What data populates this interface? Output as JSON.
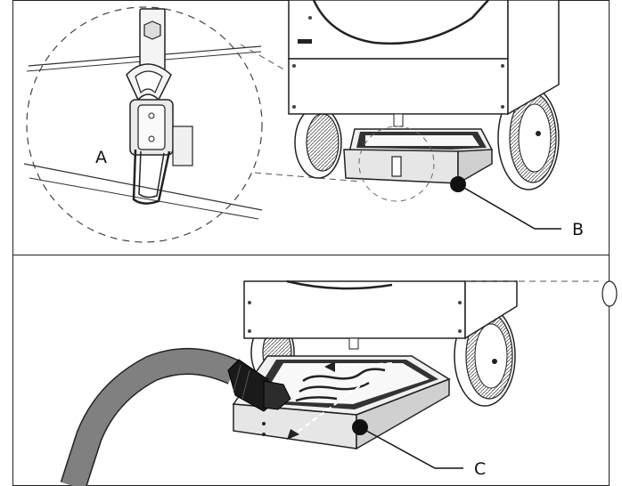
{
  "figure": {
    "callouts": {
      "a": "A",
      "b": "B",
      "c": "C"
    },
    "panels": [
      "top",
      "bottom"
    ]
  }
}
